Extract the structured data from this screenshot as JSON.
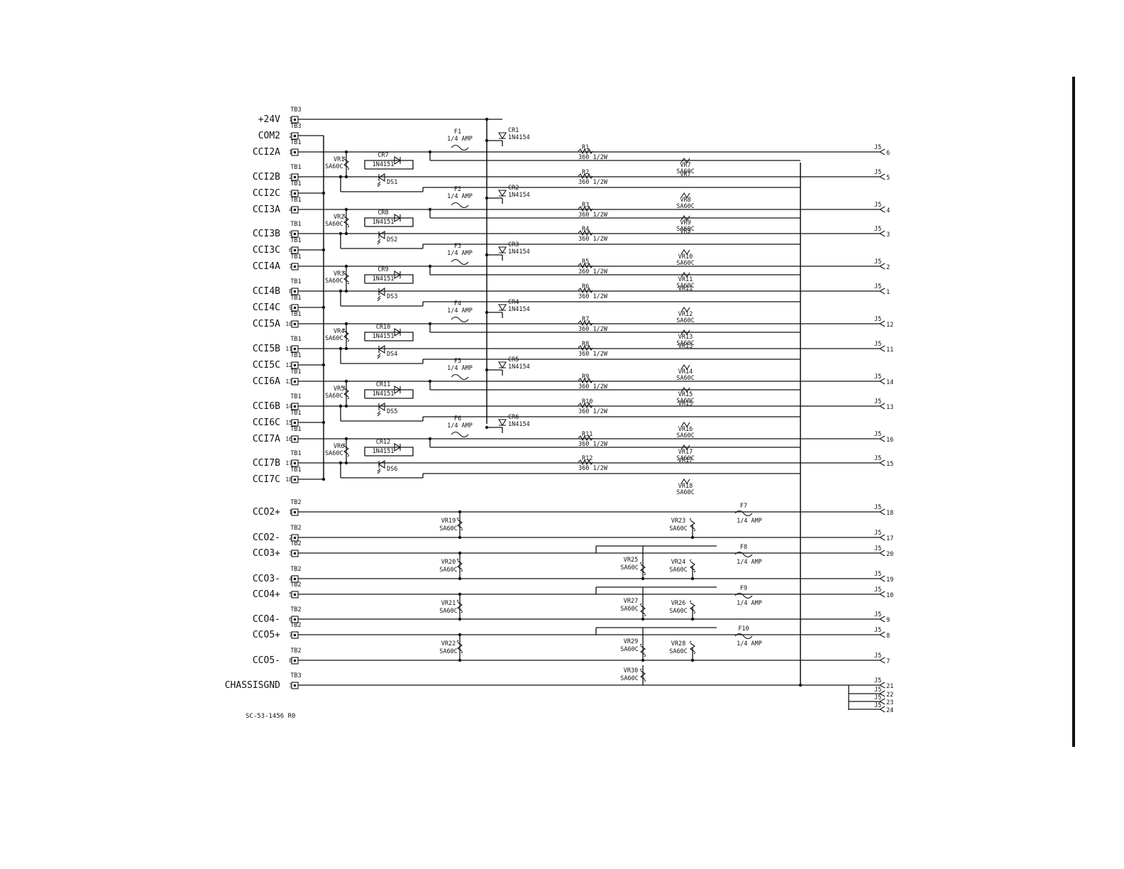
{
  "terminals": [
    {
      "label": "+24V",
      "block": "TB3",
      "pin": "1",
      "j5": "",
      "group": "top"
    },
    {
      "label": "COM2",
      "block": "TB3",
      "pin": "2",
      "j5": "",
      "group": "top"
    },
    {
      "label": "CCI2A",
      "block": "TB1",
      "pin": "1",
      "j5": "6",
      "group": "A",
      "ch": 0
    },
    {
      "label": "CCI2B",
      "block": "TB1",
      "pin": "2",
      "j5": "5",
      "group": "B",
      "ch": 0
    },
    {
      "label": "CCI2C",
      "block": "TB1",
      "pin": "3",
      "j5": "",
      "group": "C",
      "ch": 0
    },
    {
      "label": "CCI3A",
      "block": "TB1",
      "pin": "4",
      "j5": "4",
      "group": "A",
      "ch": 1
    },
    {
      "label": "CCI3B",
      "block": "TB1",
      "pin": "5",
      "j5": "3",
      "group": "B",
      "ch": 1
    },
    {
      "label": "CCI3C",
      "block": "TB1",
      "pin": "6",
      "j5": "",
      "group": "C",
      "ch": 1
    },
    {
      "label": "CCI4A",
      "block": "TB1",
      "pin": "7",
      "j5": "2",
      "group": "A",
      "ch": 2
    },
    {
      "label": "CCI4B",
      "block": "TB1",
      "pin": "8",
      "j5": "1",
      "group": "B",
      "ch": 2
    },
    {
      "label": "CCI4C",
      "block": "TB1",
      "pin": "9",
      "j5": "",
      "group": "C",
      "ch": 2
    },
    {
      "label": "CCI5A",
      "block": "TB1",
      "pin": "10",
      "j5": "12",
      "group": "A",
      "ch": 3
    },
    {
      "label": "CCI5B",
      "block": "TB1",
      "pin": "11",
      "j5": "11",
      "group": "B",
      "ch": 3
    },
    {
      "label": "CCI5C",
      "block": "TB1",
      "pin": "12",
      "j5": "",
      "group": "C",
      "ch": 3
    },
    {
      "label": "CCI6A",
      "block": "TB1",
      "pin": "13",
      "j5": "14",
      "group": "A",
      "ch": 4
    },
    {
      "label": "CCI6B",
      "block": "TB1",
      "pin": "14",
      "j5": "13",
      "group": "B",
      "ch": 4
    },
    {
      "label": "CCI6C",
      "block": "TB1",
      "pin": "15",
      "j5": "",
      "group": "C",
      "ch": 4
    },
    {
      "label": "CCI7A",
      "block": "TB1",
      "pin": "16",
      "j5": "16",
      "group": "A",
      "ch": 5
    },
    {
      "label": "CCI7B",
      "block": "TB1",
      "pin": "17",
      "j5": "15",
      "group": "B",
      "ch": 5
    },
    {
      "label": "CCI7C",
      "block": "TB1",
      "pin": "18",
      "j5": "",
      "group": "C",
      "ch": 5
    },
    {
      "label": "CCO2+",
      "block": "TB2",
      "pin": "1",
      "j5": "18",
      "group": "cco"
    },
    {
      "label": "CCO2-",
      "block": "TB2",
      "pin": "2",
      "j5": "17",
      "group": "cco"
    },
    {
      "label": "CCO3+",
      "block": "TB2",
      "pin": "3",
      "j5": "20",
      "group": "cco"
    },
    {
      "label": "CCO3-",
      "block": "TB2",
      "pin": "4",
      "j5": "19",
      "group": "cco"
    },
    {
      "label": "CCO4+",
      "block": "TB2",
      "pin": "5",
      "j5": "10",
      "group": "cco"
    },
    {
      "label": "CCO4-",
      "block": "TB2",
      "pin": "6",
      "j5": "9",
      "group": "cco"
    },
    {
      "label": "CCO5+",
      "block": "TB2",
      "pin": "7",
      "j5": "8",
      "group": "cco"
    },
    {
      "label": "CCO5-",
      "block": "TB2",
      "pin": "8",
      "j5": "7",
      "group": "cco"
    },
    {
      "label": "CHASSISGND",
      "block": "TB3",
      "pin": "3",
      "j5": "21",
      "group": "gnd"
    }
  ],
  "ground_pins": [
    "22",
    "23",
    "24"
  ],
  "connector_name": "J5",
  "channels": [
    {
      "fuse": "F1",
      "fuse_rating": "1/4 AMP",
      "cr": "CR1",
      "cr_part": "1N4154",
      "vr": "VR1",
      "vr_part": "SA60C",
      "diode": "CR7",
      "diode_part": "1N4151",
      "led": "DS1",
      "ra": "R1",
      "ra_val": "360 1/2W",
      "rb": "R2",
      "rb_val": "360 1/2W",
      "vra": "VR7",
      "vrb": "VR8",
      "vr_out_part": "SA60C"
    },
    {
      "fuse": "F2",
      "fuse_rating": "1/4 AMP",
      "cr": "CR2",
      "cr_part": "1N4154",
      "vr": "VR2",
      "vr_part": "SA60C",
      "diode": "CR8",
      "diode_part": "1N4151",
      "led": "DS2",
      "ra": "R3",
      "ra_val": "360 1/2W",
      "rb": "R4",
      "rb_val": "360 1/2W",
      "vra": "VR9",
      "vrb": "VR10",
      "vr_out_part": "SA60C"
    },
    {
      "fuse": "F3",
      "fuse_rating": "1/4 AMP",
      "cr": "CR3",
      "cr_part": "1N4154",
      "vr": "VR3",
      "vr_part": "SA60C",
      "diode": "CR9",
      "diode_part": "1N4151",
      "led": "DS3",
      "ra": "R5",
      "ra_val": "360 1/2W",
      "rb": "R6",
      "rb_val": "360 1/2W",
      "vra": "VR11",
      "vrb": "VR12",
      "vr_out_part": "SA60C"
    },
    {
      "fuse": "F4",
      "fuse_rating": "1/4 AMP",
      "cr": "CR4",
      "cr_part": "1N4154",
      "vr": "VR4",
      "vr_part": "SA60C",
      "diode": "CR10",
      "diode_part": "1N4151",
      "led": "DS4",
      "ra": "R7",
      "ra_val": "360 1/2W",
      "rb": "R8",
      "rb_val": "360 1/2W",
      "vra": "VR13",
      "vrb": "VR14",
      "vr_out_part": "SA60C"
    },
    {
      "fuse": "F5",
      "fuse_rating": "1/4 AMP",
      "cr": "CR5",
      "cr_part": "1N4154",
      "vr": "VR5",
      "vr_part": "SA60C",
      "diode": "CR11",
      "diode_part": "1N4151",
      "led": "DS5",
      "ra": "R9",
      "ra_val": "360 1/2W",
      "rb": "R10",
      "rb_val": "360 1/2W",
      "vra": "VR15",
      "vrb": "VR16",
      "vr_out_part": "SA60C"
    },
    {
      "fuse": "F6",
      "fuse_rating": "1/4 AMP",
      "cr": "CR6",
      "cr_part": "1N4154",
      "vr": "VR6",
      "vr_part": "SA60C",
      "diode": "CR12",
      "diode_part": "1N4151",
      "led": "DS6",
      "ra": "R11",
      "ra_val": "360 1/2W",
      "rb": "R12",
      "rb_val": "360 1/2W",
      "vra": "VR17",
      "vrb": "VR18",
      "vr_out_part": "SA60C"
    }
  ],
  "cco_left_vrs": [
    {
      "name": "VR19",
      "part": "SA60C"
    },
    {
      "name": "VR20",
      "part": "SA60C"
    },
    {
      "name": "VR21",
      "part": "SA60C"
    },
    {
      "name": "VR22",
      "part": "SA60C"
    }
  ],
  "cco_out": [
    {
      "fuse": "F7",
      "fuse_rating": "1/4 AMP",
      "vr_inner": "",
      "vr_outer": "VR23",
      "part": "SA60C"
    },
    {
      "fuse": "F8",
      "fuse_rating": "1/4 AMP",
      "vr_inner": "VR25",
      "vr_outer": "VR24",
      "part": "SA60C"
    },
    {
      "fuse": "F9",
      "fuse_rating": "1/4 AMP",
      "vr_inner": "VR27",
      "vr_outer": "VR26",
      "part": "SA60C"
    },
    {
      "fuse": "F10",
      "fuse_rating": "1/4 AMP",
      "vr_inner": "VR29",
      "vr_outer": "VR28",
      "part": "SA60C"
    }
  ],
  "chassis_vr": {
    "name": "VR30",
    "part": "SA60C"
  },
  "drawing_number": "SC-53-1456 R0"
}
